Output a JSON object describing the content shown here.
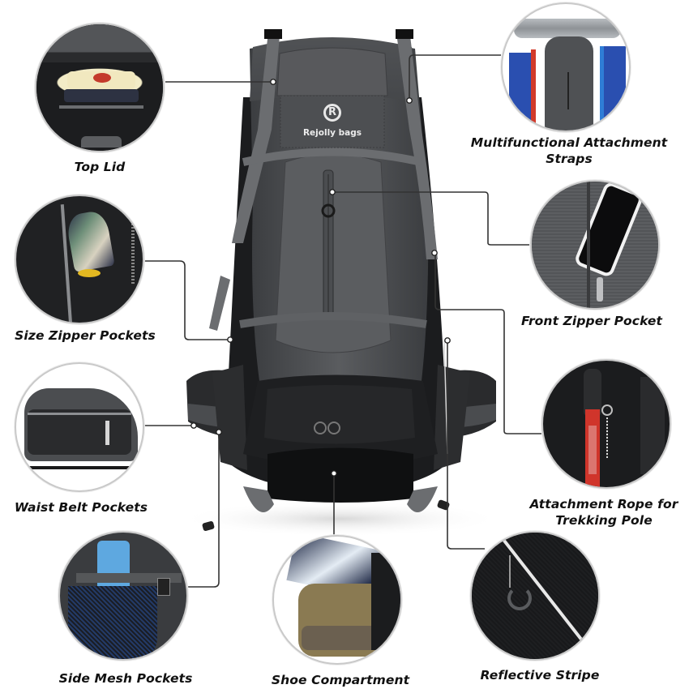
{
  "product": {
    "brand_logo_letter": "R",
    "brand_name": "Rejolly bags",
    "colors": {
      "body_gray": "#55575a",
      "dark_panel": "#1c1d1f",
      "black": "#111111",
      "strap_gray": "#6d6f72",
      "callout_line": "#333333",
      "circle_border": "#c9c9c9"
    }
  },
  "features": [
    {
      "id": "top-lid",
      "label": "Top Lid"
    },
    {
      "id": "attachment-straps",
      "label": "Multifunctional Attachment Straps"
    },
    {
      "id": "side-zipper-pockets",
      "label": "Size Zipper Pockets"
    },
    {
      "id": "front-zipper-pocket",
      "label": "Front Zipper Pocket"
    },
    {
      "id": "waist-belt-pockets",
      "label": "Waist Belt Pockets"
    },
    {
      "id": "trekking-pole-rope",
      "label": "Attachment Rope for Trekking Pole"
    },
    {
      "id": "side-mesh-pockets",
      "label": "Side Mesh Pockets"
    },
    {
      "id": "shoe-compartment",
      "label": "Shoe Compartment"
    },
    {
      "id": "reflective-stripe",
      "label": "Reflective Stripe"
    }
  ],
  "labels": {
    "top_lid": "Top Lid",
    "straps_line1": "Multifunctional Attachment",
    "straps_line2": "Straps",
    "side_zipper": "Size Zipper Pockets",
    "front_zipper": "Front Zipper Pocket",
    "waist_belt": "Waist Belt Pockets",
    "rope_line1": "Attachment Rope for",
    "rope_line2": "Trekking Pole",
    "side_mesh": "Side Mesh Pockets",
    "shoe": "Shoe Compartment",
    "reflective": "Reflective Stripe"
  }
}
